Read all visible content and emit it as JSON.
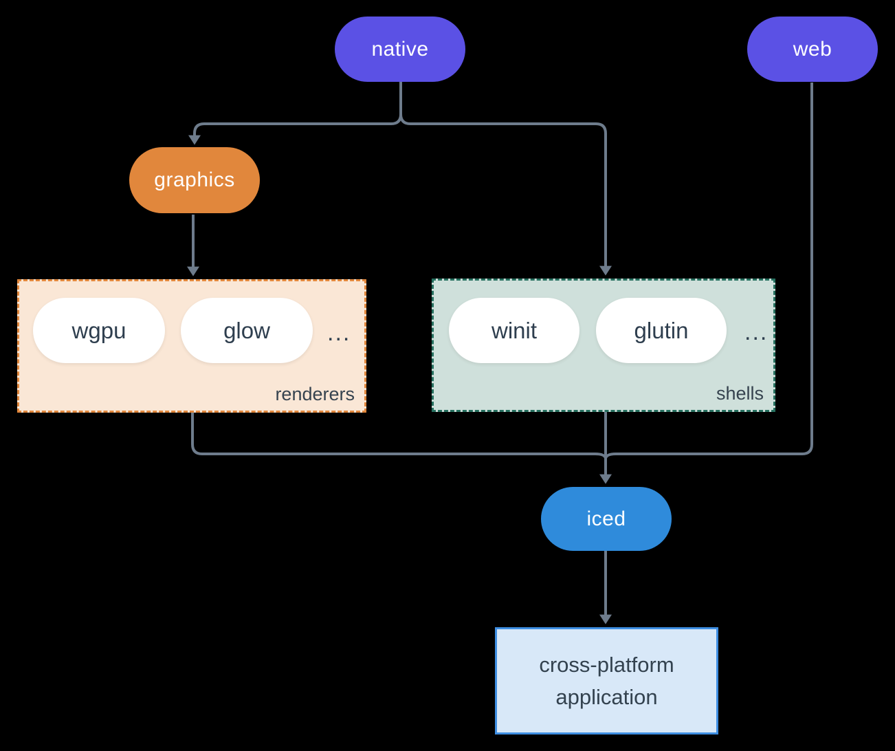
{
  "nodes": {
    "native": "native",
    "web": "web",
    "graphics": "graphics",
    "iced": "iced"
  },
  "groups": {
    "renderers": {
      "label": "renderers",
      "items": [
        "wgpu",
        "glow"
      ],
      "more": "..."
    },
    "shells": {
      "label": "shells",
      "items": [
        "winit",
        "glutin"
      ],
      "more": "..."
    }
  },
  "app": {
    "lines": [
      "cross-platform",
      "application"
    ]
  },
  "colors": {
    "background": "#000000",
    "node_purple": "#5B51E5",
    "node_orange": "#E1873C",
    "node_blue": "#2F8BDB",
    "renderers_fill": "#FAE7D6",
    "renderers_border": "#E1873C",
    "shells_fill": "#CFE0DB",
    "shells_border": "#26705F",
    "app_fill": "#D8E8F8",
    "app_border": "#3E8EE2",
    "connector": "#6E7C8C",
    "dark_text": "#2E3E4E",
    "white_text": "#FFFFFF"
  }
}
